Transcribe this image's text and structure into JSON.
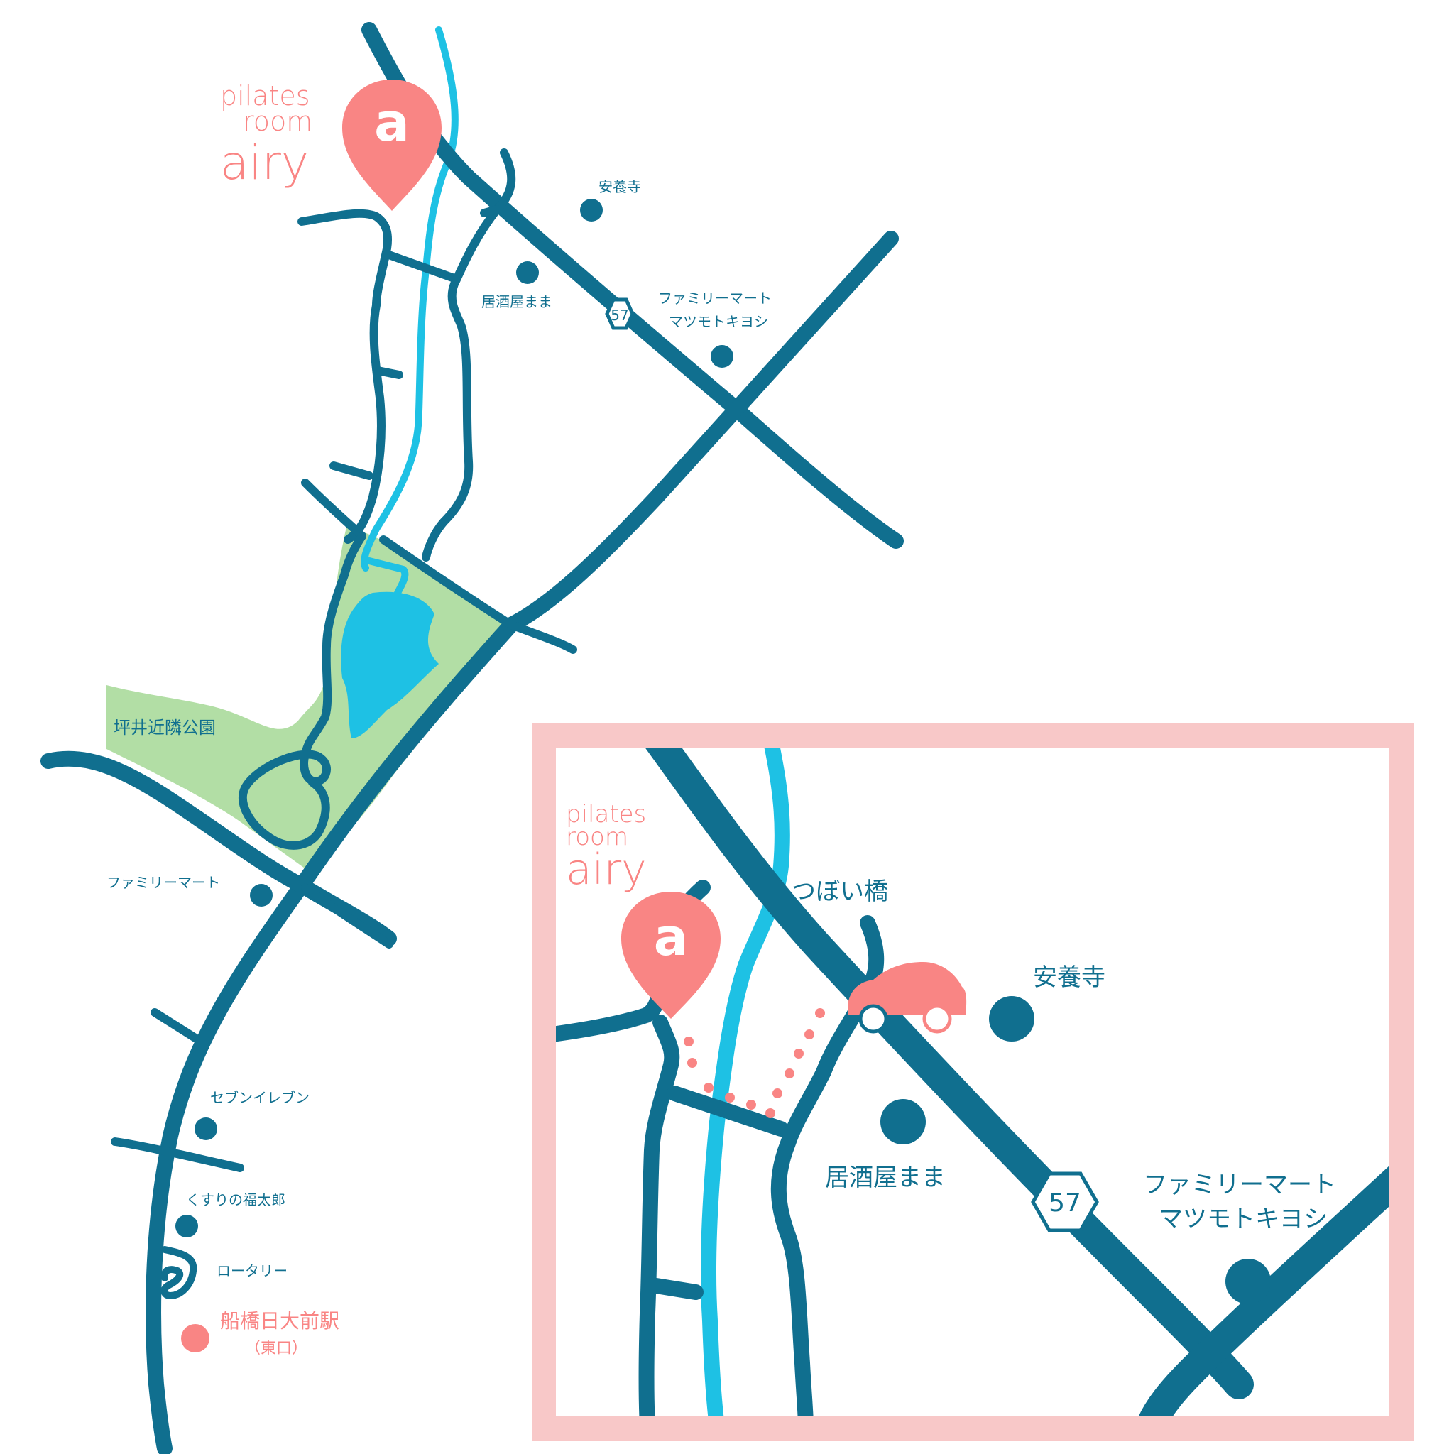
{
  "colors": {
    "road": "#106f8f",
    "river": "#1ec1e4",
    "park": "#b2dea5",
    "pond": "#1ec1e4",
    "accent": "#f98584",
    "inset_frame": "#f8c8c8",
    "background": "#ffffff"
  },
  "brand": {
    "line1": "pilates",
    "line2": "room",
    "line3": "airy",
    "pin_letter": "a"
  },
  "main_map": {
    "park_label": "坪井近隣公園",
    "route_badge": "57",
    "landmarks": {
      "anyoji": "安養寺",
      "izakaya": "居酒屋まま",
      "familymart_line1": "ファミリーマート",
      "familymart_line2": "マツモトキヨシ",
      "familymart_south": "ファミリーマート",
      "seven_eleven": "セブンイレブン",
      "kusuri": "くすりの福太郎",
      "rotary": "ロータリー",
      "station": "船橋日大前駅",
      "station_exit": "（東口）"
    }
  },
  "inset_map": {
    "bridge": "つぼい橋",
    "anyoji": "安養寺",
    "izakaya": "居酒屋まま",
    "familymart_line1": "ファミリーマート",
    "familymart_line2": "マツモトキヨシ",
    "route_badge": "57",
    "icons": [
      "car-icon",
      "map-pin-icon"
    ]
  }
}
